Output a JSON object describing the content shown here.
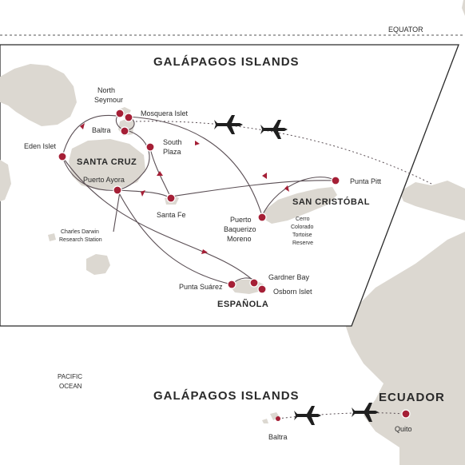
{
  "equator_label": "EQUATOR",
  "ocean_label": [
    "PACIFIC",
    "OCEAN"
  ],
  "inset": {
    "title": "GALÁPAGOS ISLANDS",
    "islands": {
      "santa_cruz": "SANTA CRUZ",
      "san_cristobal": "SAN CRISTÓBAL",
      "espanola": "ESPAÑOLA"
    },
    "places": {
      "north_seymour": [
        "North",
        "Seymour"
      ],
      "mosquera_islet": "Mosquera Islet",
      "baltra": "Baltra",
      "eden_islet": "Eden Islet",
      "south_plaza": [
        "South",
        "Plaza"
      ],
      "puerto_ayora": "Puerto Ayora",
      "charles_darwin": [
        "Charles Darwin",
        "Research Station"
      ],
      "santa_fe": "Santa Fe",
      "punta_pitt": "Punta Pitt",
      "puerto_baquerizo": [
        "Puerto",
        "Baquerizo",
        "Moreno"
      ],
      "cerro_colorado": [
        "Cerro",
        "Colorado",
        "Tortoise",
        "Reserve"
      ],
      "gardner_bay": "Gardner Bay",
      "osborn_islet": "Osborn Islet",
      "punta_suarez": "Punta Suárez"
    }
  },
  "mainland": {
    "galapagos_title": "GALÁPAGOS ISLANDS",
    "ecuador_title": "ECUADOR",
    "baltra": "Baltra",
    "quito": "Quito"
  },
  "colors": {
    "land": "#dcd8d1",
    "route": "#5b4f55",
    "stop": "#a51f36",
    "frame": "#2a2a2a"
  }
}
